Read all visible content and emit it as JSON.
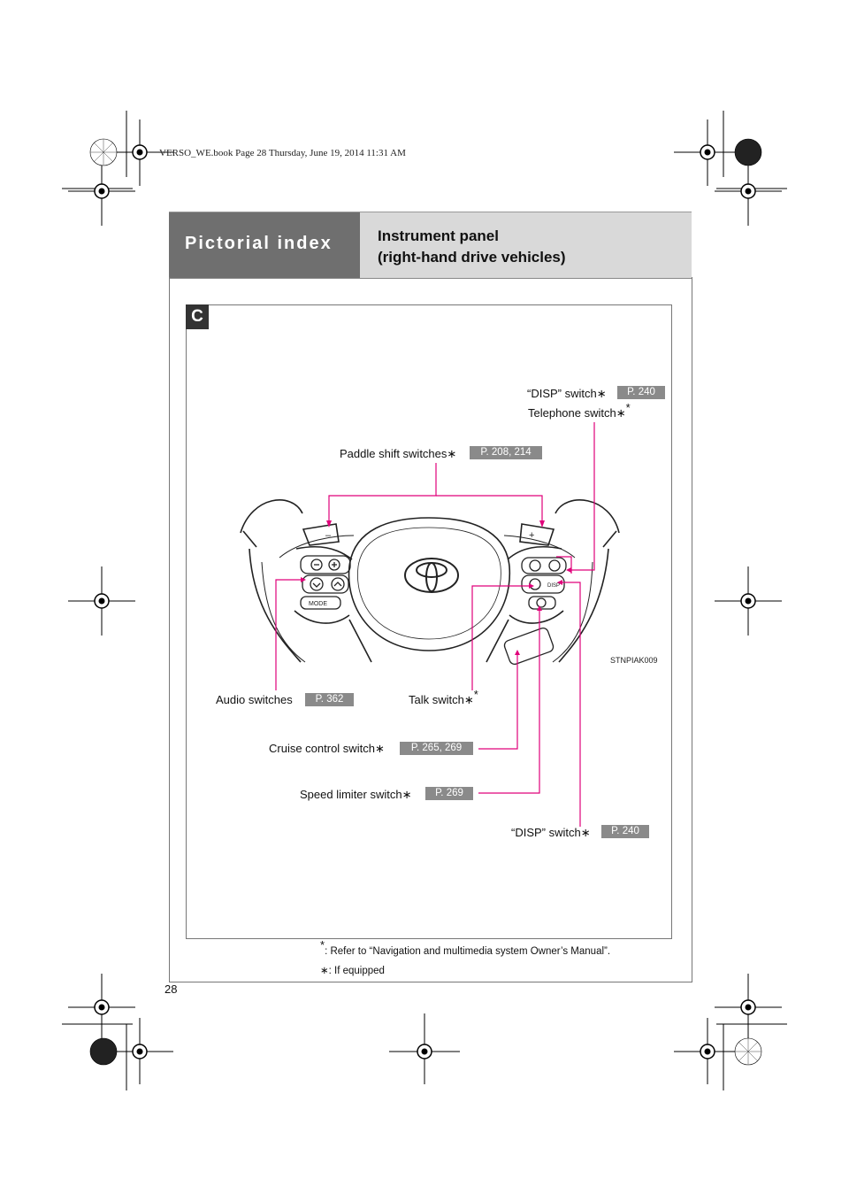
{
  "book_info": "VERSO_WE.book  Page 28  Thursday, June 19, 2014  11:31 AM",
  "header": {
    "section": "Pictorial index",
    "title_line1": "Instrument panel",
    "title_line2": "(right-hand drive vehicles)"
  },
  "section_letter": "C",
  "image_code": "STNPIAK009",
  "wheel_markings": {
    "paddle_minus": "–",
    "paddle_plus": "+",
    "mode": "MODE",
    "disp": "DISP"
  },
  "callouts": {
    "disp_top": {
      "label": "“DISP” switch",
      "mark": "∗",
      "ref": "P. 240"
    },
    "telephone": {
      "label": "Telephone switch",
      "mark": "∗",
      "sup": "*"
    },
    "paddle": {
      "label": "Paddle shift switches",
      "mark": "∗",
      "ref": "P. 208, 214"
    },
    "audio": {
      "label": "Audio switches",
      "ref": "P. 362"
    },
    "talk": {
      "label": "Talk switch",
      "mark": "∗",
      "sup": "*"
    },
    "cruise": {
      "label": "Cruise control switch",
      "mark": "∗",
      "ref": "P. 265, 269"
    },
    "speed": {
      "label": "Speed limiter switch",
      "mark": "∗",
      "ref": "P. 269"
    },
    "disp_bottom": {
      "label": "“DISP” switch",
      "mark": "∗",
      "ref": "P. 240"
    }
  },
  "footnotes": {
    "note1_mark": "*",
    "note1_text": ": Refer to “Navigation and multimedia system Owner’s Manual”.",
    "note2_mark": "∗",
    "note2_text": ": If equipped"
  },
  "page_number": "28",
  "colors": {
    "leader": "#e0007a",
    "header_dark": "#6f6f6f",
    "header_light": "#d9d9d9",
    "ref_badge": "#8a8a8a"
  }
}
